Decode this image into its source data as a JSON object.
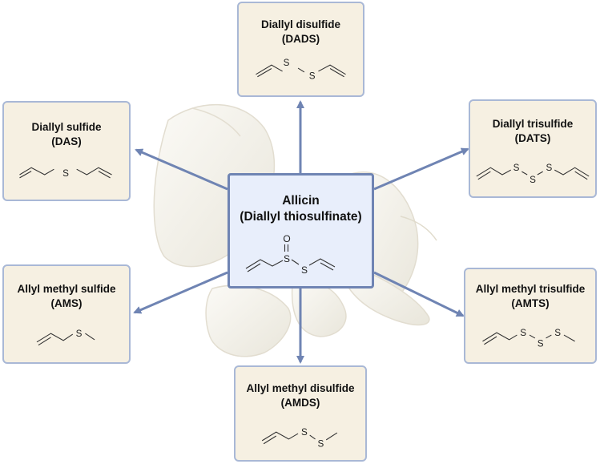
{
  "center": {
    "name": "Allicin",
    "subtitle": "(Diallyl thiosulfinate)",
    "atom_s": "S",
    "atom_o": "O"
  },
  "compounds": {
    "dads": {
      "name": "Diallyl disulfide",
      "abbr": "(DADS)",
      "atoms": [
        "S",
        "S"
      ]
    },
    "das": {
      "name": "Diallyl sulfide",
      "abbr": "(DAS)",
      "atoms": [
        "S"
      ]
    },
    "dats": {
      "name": "Diallyl trisulfide",
      "abbr": "(DATS)",
      "atoms": [
        "S",
        "S",
        "S"
      ]
    },
    "ams": {
      "name": "Allyl methyl sulfide",
      "abbr": "(AMS)",
      "atoms": [
        "S"
      ]
    },
    "amts": {
      "name": "Allyl methyl trisulfide",
      "abbr": "(AMTS)",
      "atoms": [
        "S",
        "S",
        "S"
      ]
    },
    "amds": {
      "name": "Allyl methyl disulfide",
      "abbr": "(AMDS)",
      "atoms": [
        "S",
        "S"
      ]
    }
  },
  "colors": {
    "arrow": "#6f84b3",
    "box_fill": "#f6f0e2",
    "box_border": "#a9b8d6",
    "center_fill": "#e8eefb",
    "garlic": "#f3f1ea"
  },
  "background_icon": "garlic-icon"
}
